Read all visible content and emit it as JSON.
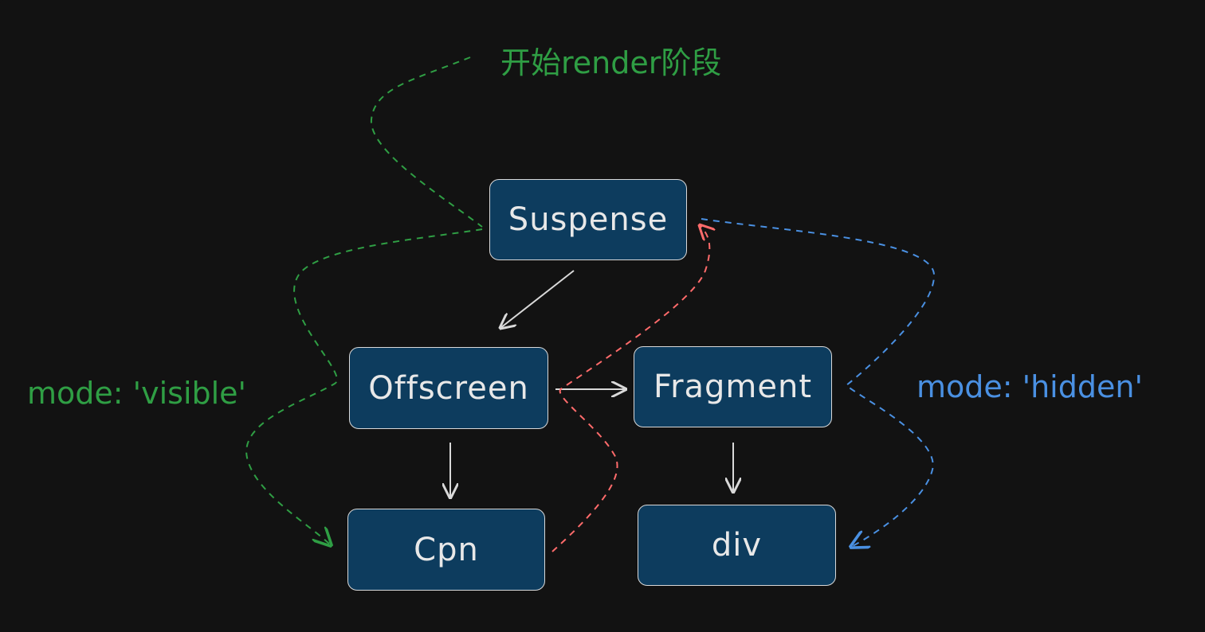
{
  "title_label": "开始render阶段",
  "nodes": {
    "suspense": "Suspense",
    "offscreen": "Offscreen",
    "fragment": "Fragment",
    "cpn": "Cpn",
    "div": "div"
  },
  "mode_visible_label": "mode: 'visible'",
  "mode_hidden_label": "mode: 'hidden'",
  "colors": {
    "background": "#121212",
    "node_fill": "#0d3c5e",
    "node_stroke": "#d9d9d9",
    "visible_path": "#2f9e44",
    "hidden_path": "#4a90e2",
    "return_path": "#ff6b6b",
    "tree_edge": "#d9d9d9"
  }
}
